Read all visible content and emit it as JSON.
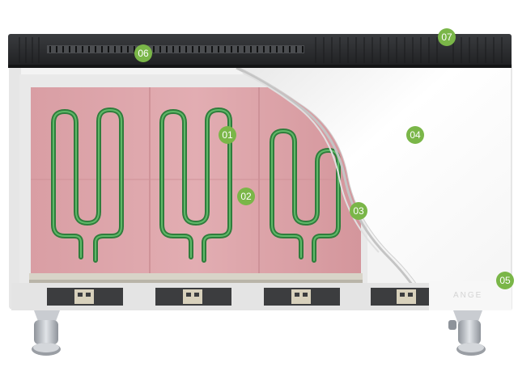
{
  "brand": "ANGE",
  "callouts": [
    {
      "id": "01",
      "label": "01"
    },
    {
      "id": "02",
      "label": "02"
    },
    {
      "id": "03",
      "label": "03"
    },
    {
      "id": "04",
      "label": "04"
    },
    {
      "id": "05",
      "label": "05"
    },
    {
      "id": "06",
      "label": "06"
    },
    {
      "id": "07",
      "label": "07"
    }
  ],
  "colors": {
    "callout": "#7ab648",
    "top_grille": "#2b2d2f",
    "heating_element": "#3f9a4c",
    "reflector": "#dba3a8",
    "housing": "#f2f2f2",
    "feet": "#b8bcc2"
  }
}
